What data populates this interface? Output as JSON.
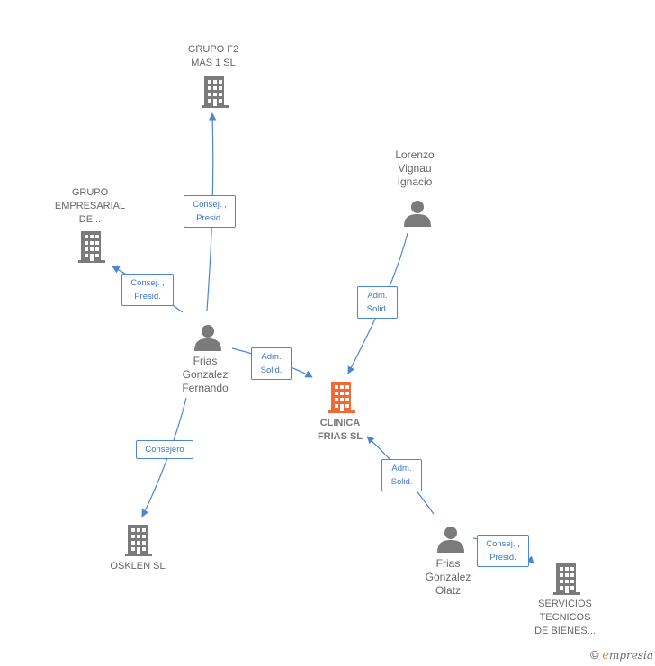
{
  "colors": {
    "edge": "#4a86d4",
    "node_gray": "#7b7b7b",
    "node_focus": "#f06a35"
  },
  "nodes": {
    "grupo_f2": {
      "label": "GRUPO F2\nMAS 1  SL",
      "icon": "building-icon"
    },
    "grupo_empresarial": {
      "label": "GRUPO\nEMPRESARIAL\nDE...",
      "icon": "building-icon"
    },
    "lorenzo": {
      "label": "Lorenzo\nVignau\nIgnacio",
      "icon": "person-icon"
    },
    "frias_fernando": {
      "label": "Frias\nGonzalez\nFernando",
      "icon": "person-icon"
    },
    "clinica": {
      "label": "CLINICA\nFRIAS  SL",
      "icon": "building-icon"
    },
    "osklen": {
      "label": "OSKLEN SL",
      "icon": "building-icon"
    },
    "frias_olatz": {
      "label": "Frias\nGonzalez\nOlatz",
      "icon": "person-icon"
    },
    "servicios": {
      "label": "SERVICIOS\nTECNICOS\nDE BIENES...",
      "icon": "building-icon"
    }
  },
  "edges": {
    "e1": "Consej. ,\nPresid.",
    "e2": "Consej. ,\nPresid.",
    "e3": "Adm.\nSolid.",
    "e4": "Adm.\nSolid.",
    "e5": "Consejero",
    "e6": "Adm.\nSolid.",
    "e7": "Consej. ,\nPresid."
  },
  "footer": {
    "copyright": "©",
    "brand_initial": "e",
    "brand_rest": "mpresia"
  }
}
